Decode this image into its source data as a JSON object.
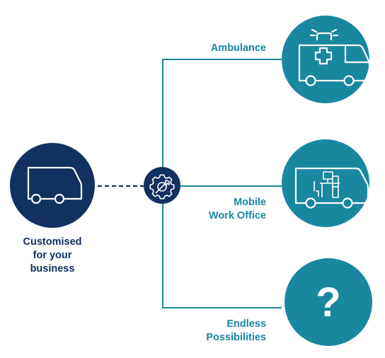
{
  "source": {
    "label_lines": [
      "Customised",
      "for your",
      "business"
    ],
    "icon": "van-icon",
    "color": "#123060"
  },
  "hub": {
    "icon": "gear-wrench-icon",
    "color": "#123060"
  },
  "branches": [
    {
      "id": "ambulance",
      "label_lines": [
        "Ambulance"
      ],
      "icon": "ambulance-icon"
    },
    {
      "id": "mobile-work-office",
      "label_lines": [
        "Mobile",
        "Work Office"
      ],
      "icon": "office-van-icon"
    },
    {
      "id": "endless-possibilities",
      "label_lines": [
        "Endless",
        "Possibilities"
      ],
      "icon": "question-mark-icon",
      "glyph": "?"
    }
  ],
  "colors": {
    "accent": "#1a87a1",
    "navy": "#123060",
    "icon_stroke": "#ffffff"
  }
}
